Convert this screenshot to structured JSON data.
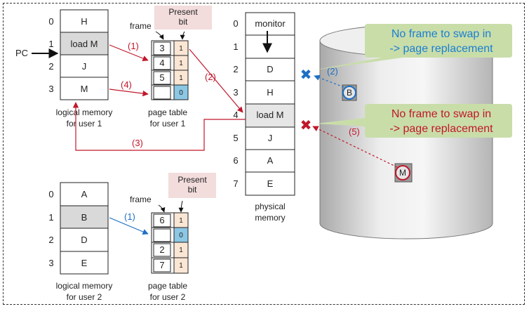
{
  "colors": {
    "red": "#c0182b",
    "blue": "#1d6fc4",
    "present_bit_bg": "#f3dcdc",
    "callout_bg": "#c9dda9",
    "callout_blue_text": "#1a7fd1",
    "callout_red_text": "#c0182b",
    "shaded_cell": "#d9d9d9",
    "valid_bit_bg": "#fbe6d4",
    "invalid_bit_bg": "#8cc7e4"
  },
  "user1": {
    "logical_memory": [
      {
        "index": "0",
        "label": "H"
      },
      {
        "index": "1",
        "label": "load M"
      },
      {
        "index": "2",
        "label": "J"
      },
      {
        "index": "3",
        "label": "M"
      }
    ],
    "caption_line1": "logical memory",
    "caption_line2": "for user 1",
    "pc_label": "PC",
    "page_table": {
      "frame_label": "frame",
      "present_bit_line1": "Present",
      "present_bit_line2": "bit",
      "rows": [
        {
          "frame": "3",
          "bit": "1"
        },
        {
          "frame": "4",
          "bit": "1"
        },
        {
          "frame": "5",
          "bit": "1"
        },
        {
          "frame": "",
          "bit": "0"
        }
      ],
      "caption_line1": "page table",
      "caption_line2": "for user 1"
    }
  },
  "user2": {
    "logical_memory": [
      {
        "index": "0",
        "label": "A"
      },
      {
        "index": "1",
        "label": "B"
      },
      {
        "index": "2",
        "label": "D"
      },
      {
        "index": "3",
        "label": "E"
      }
    ],
    "caption_line1": "logical memory",
    "caption_line2": "for user 2",
    "page_table": {
      "frame_label": "frame",
      "present_bit_line1": "Present",
      "present_bit_line2": "bit",
      "rows": [
        {
          "frame": "6",
          "bit": "1"
        },
        {
          "frame": "",
          "bit": "0"
        },
        {
          "frame": "2",
          "bit": "1"
        },
        {
          "frame": "7",
          "bit": "1"
        }
      ],
      "caption_line1": "page table",
      "caption_line2": "for user 2"
    }
  },
  "physical_memory": {
    "rows": [
      {
        "index": "0",
        "label": "monitor"
      },
      {
        "index": "1",
        "label": ""
      },
      {
        "index": "2",
        "label": "D"
      },
      {
        "index": "3",
        "label": "H"
      },
      {
        "index": "4",
        "label": "load M"
      },
      {
        "index": "5",
        "label": "J"
      },
      {
        "index": "6",
        "label": "A"
      },
      {
        "index": "7",
        "label": "E"
      }
    ],
    "caption_line1": "physical",
    "caption_line2": "memory"
  },
  "steps": {
    "u1_step1": "(1)",
    "u1_step2": "(2)",
    "u1_step3": "(3)",
    "u1_step4": "(4)",
    "u1_step5": "(5)",
    "u2_step1": "(1)",
    "u2_step2": "(2)"
  },
  "disk": {
    "page_b": "B",
    "page_m": "M"
  },
  "callouts": {
    "blue_line1": "No frame to swap in",
    "blue_line2": "-> page replacement",
    "red_line1": "No frame to swap in",
    "red_line2": "-> page replacement"
  }
}
